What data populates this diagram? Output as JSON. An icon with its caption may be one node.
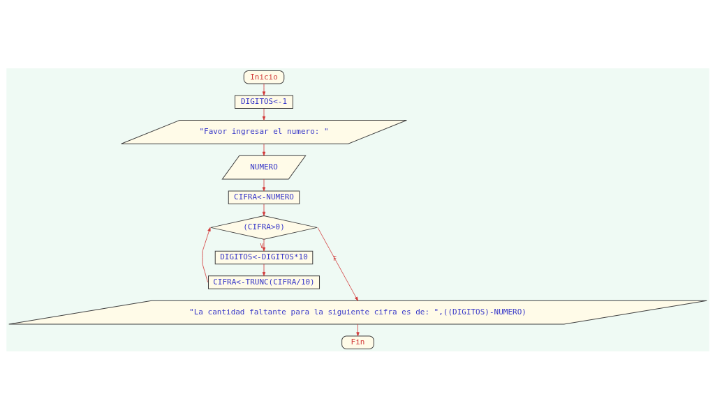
{
  "diagram": {
    "nodes": [
      {
        "text": [
          "Inicio"
        ]
      },
      {
        "text": [
          "DIGITOS<-1"
        ]
      },
      {
        "text": [
          "\"Favor ingresar el numero: \""
        ]
      },
      {
        "text": [
          "NUMERO"
        ]
      },
      {
        "text": [
          "CIFRA<-NUMERO"
        ]
      },
      {
        "text": [
          "(CIFRA>0)"
        ]
      },
      {
        "text": [
          "DIGITOS<-DIGITOS*10"
        ]
      },
      {
        "text": [
          "CIFRA<-TRUNC(CIFRA/10)"
        ]
      },
      {
        "text": [
          "\"La cantidad faltante para la siguiente cifra es de: \",((DIGITOS)-NUMERO)"
        ]
      },
      {
        "text": [
          "Fin"
        ]
      }
    ],
    "edges": [
      {
        "from": 0,
        "to": 1,
        "arrow": "to"
      },
      {
        "from": 1,
        "to": 2,
        "arrow": "to"
      },
      {
        "from": 2,
        "to": 3,
        "arrow": "to"
      },
      {
        "from": 3,
        "to": 4,
        "arrow": "to"
      },
      {
        "from": 4,
        "to": 5,
        "arrow": "to"
      },
      {
        "from": 5,
        "to": 6,
        "arrow": "to",
        "label": "V"
      },
      {
        "from": 6,
        "to": 7,
        "arrow": "to"
      },
      {
        "from": 7,
        "to": 5,
        "arrow": "to"
      },
      {
        "from": 5,
        "to": 8,
        "arrow": "to",
        "label": "F"
      },
      {
        "from": 8,
        "to": 9,
        "arrow": "to"
      }
    ]
  }
}
